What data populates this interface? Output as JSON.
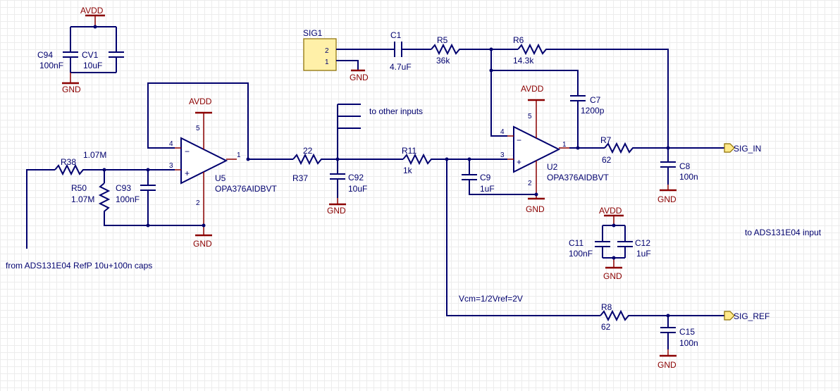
{
  "power": {
    "avdd": "AVDD",
    "gnd": "GND"
  },
  "components": {
    "c94": {
      "ref": "C94",
      "value": "100nF"
    },
    "cv1": {
      "ref": "CV1",
      "value": "10uF"
    },
    "sig1": {
      "ref": "SIG1",
      "pin2": "2",
      "pin1": "1"
    },
    "c1": {
      "ref": "C1",
      "value": "4.7uF"
    },
    "r5": {
      "ref": "R5",
      "value": "36k"
    },
    "r6": {
      "ref": "R6",
      "value": "14.3k"
    },
    "c7": {
      "ref": "C7",
      "value": "1200p"
    },
    "r7": {
      "ref": "R7",
      "value": "62"
    },
    "c8": {
      "ref": "C8",
      "value": "100n"
    },
    "u2": {
      "ref": "U2",
      "part": "OPA376AIDBVT",
      "pin_out": "1",
      "pin_inp": "3",
      "pin_inn": "4",
      "pin_v": "5",
      "pin_g": "2"
    },
    "u5": {
      "ref": "U5",
      "part": "OPA376AIDBVT",
      "pin_out": "1",
      "pin_inp": "3",
      "pin_inn": "4",
      "pin_v": "5",
      "pin_g": "2"
    },
    "r38": {
      "ref": "R38",
      "value": "1.07M"
    },
    "r50": {
      "ref": "R50",
      "value": "1.07M"
    },
    "c93": {
      "ref": "C93",
      "value": "100nF"
    },
    "r37": {
      "ref": "R37",
      "value": "22"
    },
    "c92": {
      "ref": "C92",
      "value": "10uF"
    },
    "r11": {
      "ref": "R11",
      "value": "1k"
    },
    "c9": {
      "ref": "C9",
      "value": "1uF"
    },
    "c11": {
      "ref": "C11",
      "value": "100nF"
    },
    "c12": {
      "ref": "C12",
      "value": "1uF"
    },
    "r8": {
      "ref": "R8",
      "value": "62"
    },
    "c15": {
      "ref": "C15",
      "value": "100n"
    }
  },
  "notes": {
    "other_inputs": "to other inputs",
    "refp": "from ADS131E04 RefP 10u+100n caps",
    "ads_input": "to ADS131E04 input",
    "vcm": "Vcm=1/2Vref=2V"
  },
  "ports": {
    "sig_in": "SIG_IN",
    "sig_ref": "SIG_REF"
  },
  "opamp_signs": {
    "minus": "−",
    "plus": "+"
  }
}
